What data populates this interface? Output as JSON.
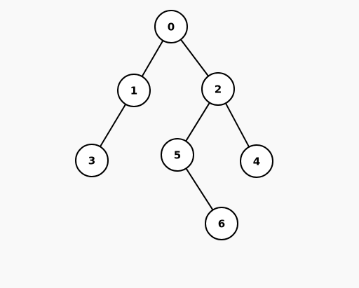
{
  "tree": {
    "nodes": [
      {
        "id": "0",
        "label": "0"
      },
      {
        "id": "1",
        "label": "1"
      },
      {
        "id": "2",
        "label": "2"
      },
      {
        "id": "3",
        "label": "3"
      },
      {
        "id": "5",
        "label": "5"
      },
      {
        "id": "4",
        "label": "4"
      },
      {
        "id": "6",
        "label": "6"
      }
    ],
    "edges": [
      {
        "from": "0",
        "to": "1"
      },
      {
        "from": "0",
        "to": "2"
      },
      {
        "from": "1",
        "to": "3"
      },
      {
        "from": "2",
        "to": "5"
      },
      {
        "from": "2",
        "to": "4"
      },
      {
        "from": "5",
        "to": "6"
      }
    ]
  }
}
